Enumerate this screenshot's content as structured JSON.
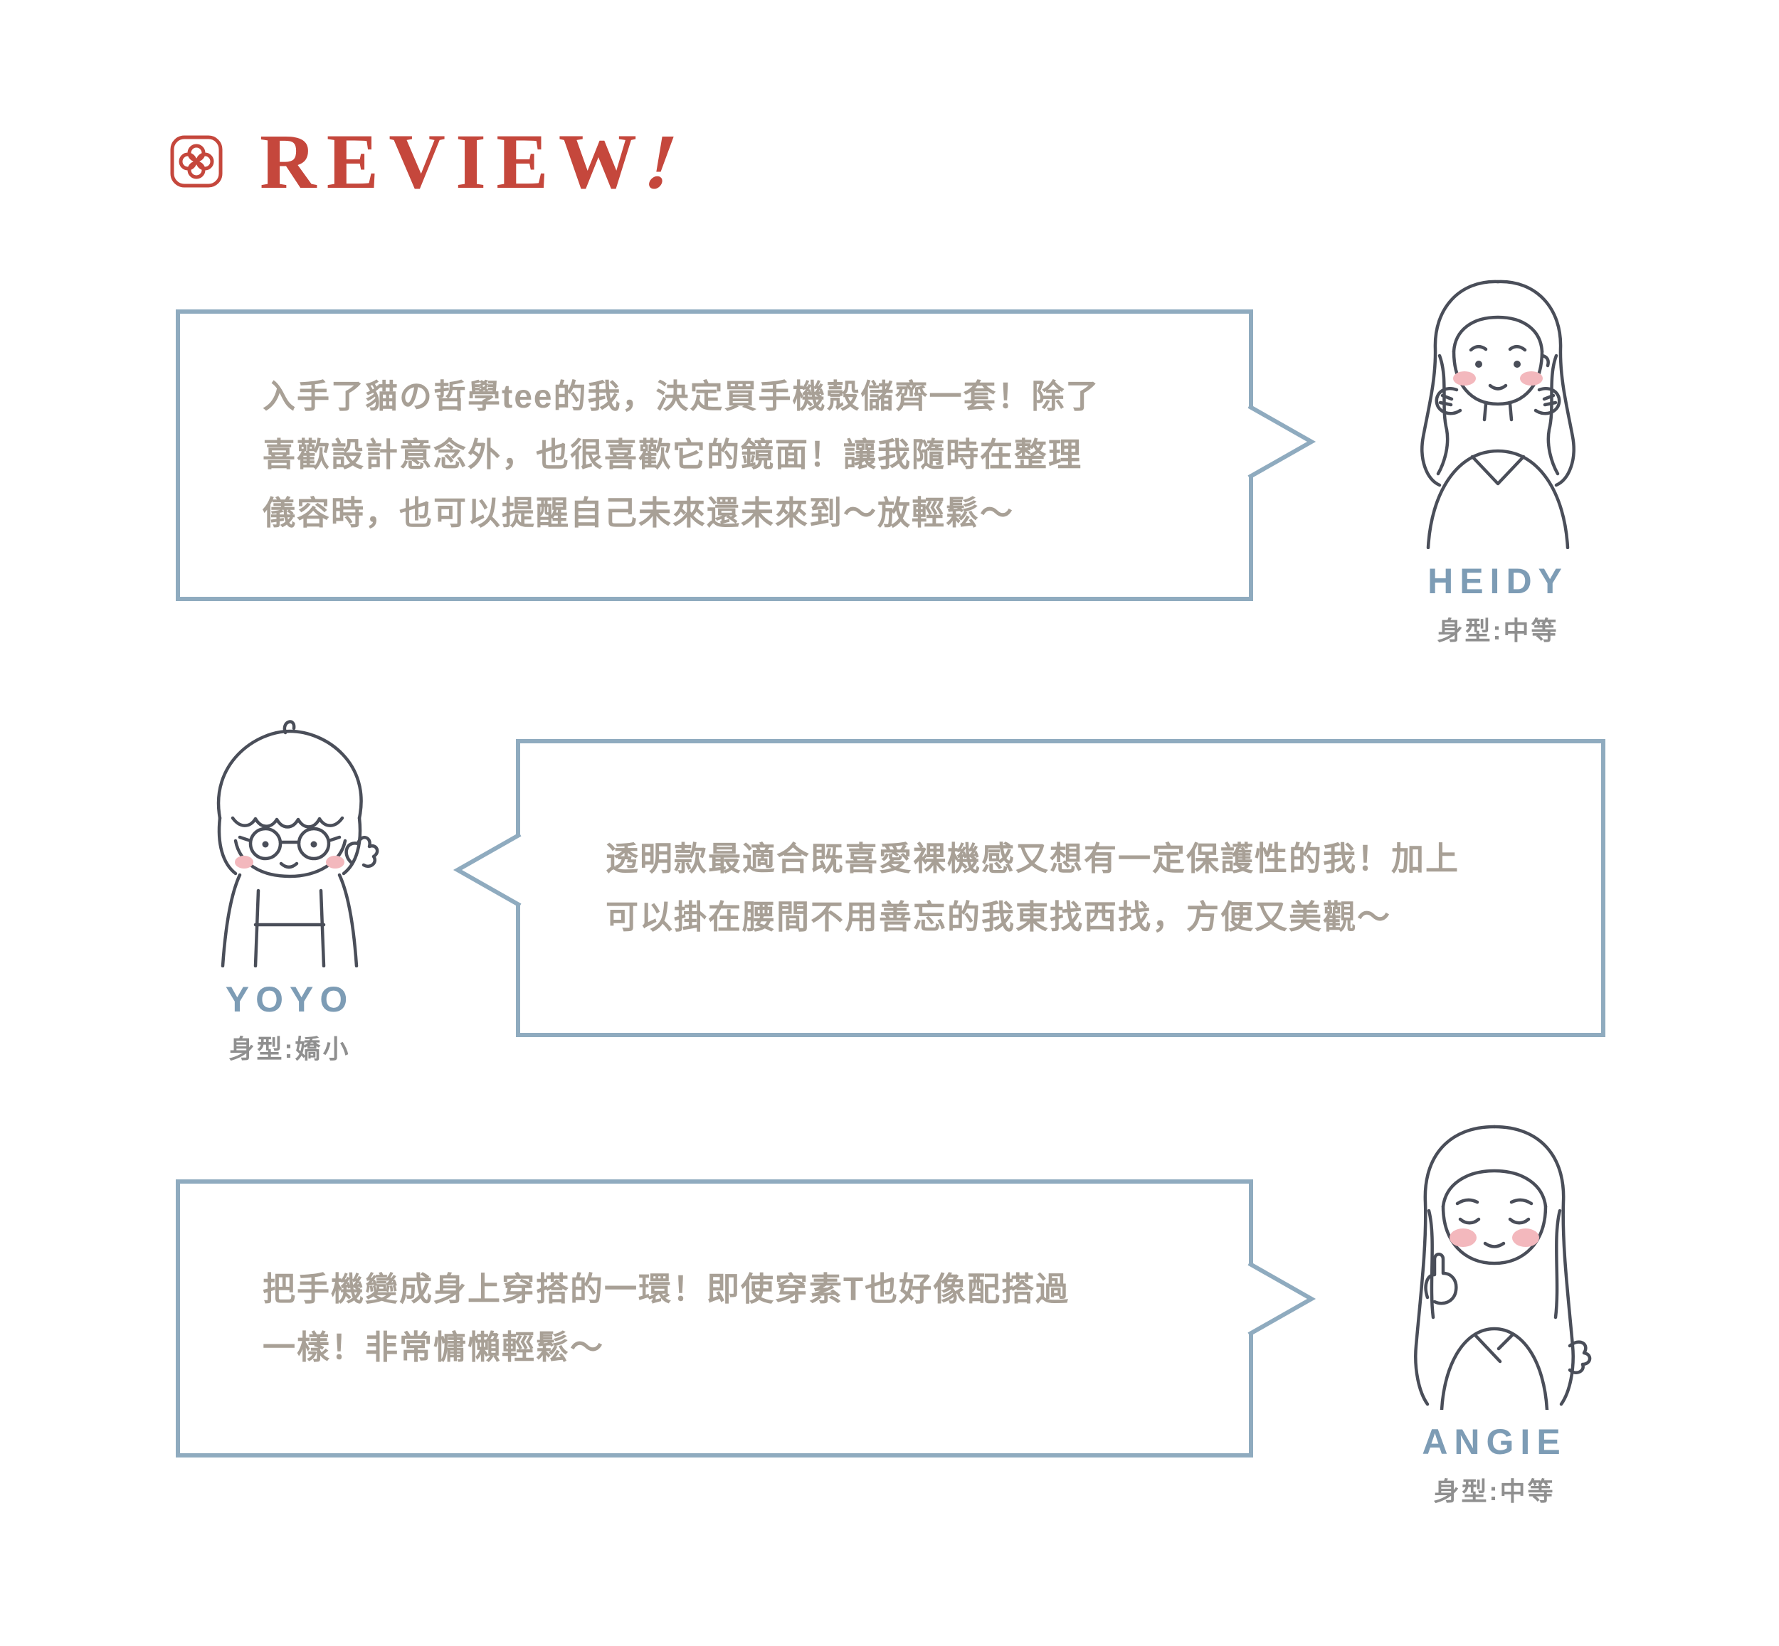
{
  "header": {
    "title": "REVIEW",
    "title_mark": "!"
  },
  "reviews": [
    {
      "name": "HEIDY",
      "body_type": "身型:中等",
      "text": "入手了貓の哲學tee的我，決定買手機殼儲齊一套！除了\n喜歡設計意念外，也很喜歡它的鏡面！讓我隨時在整理\n儀容時，也可以提醒自己未來還未來到～放輕鬆～"
    },
    {
      "name": "YOYO",
      "body_type": "身型:嬌小",
      "text": "透明款最適合既喜愛裸機感又想有一定保護性的我！加上\n可以掛在腰間不用善忘的我東找西找，方便又美觀～"
    },
    {
      "name": "ANGIE",
      "body_type": "身型:中等",
      "text": "把手機變成身上穿搭的一環！即使穿素T也好像配搭過\n一樣！非常慵懶輕鬆～"
    }
  ],
  "icons": {
    "logo": "knot-logo-icon",
    "avatars": [
      "girl-long-hair-hands-on-cheeks",
      "girl-hat-glasses-waving",
      "girl-long-hair-finger-up"
    ]
  },
  "colors": {
    "accent_red": "#c5473c",
    "bubble_border": "#8fabbf",
    "review_text": "#a8a096",
    "name_blue": "#7d9cb5",
    "body_type_gray": "#8f8f8f",
    "line_color": "#4a4e59",
    "blush_pink": "#f3b8bd"
  }
}
